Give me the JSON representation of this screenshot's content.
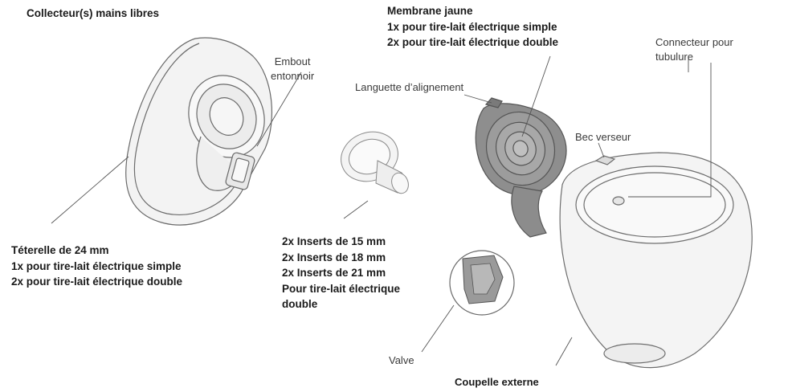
{
  "labels": {
    "collecteur": "Collecteur(s) mains libres",
    "membrane": [
      "Membrane jaune",
      "1x pour tire-lait électrique simple",
      "2x pour tire-lait électrique double"
    ],
    "connecteur": [
      "Connecteur pour",
      "tubulure"
    ],
    "embout": [
      "Embout",
      "entonnoir"
    ],
    "languette": "Languette d’alignement",
    "bec": "Bec verseur",
    "teterelle": [
      "Téterelle de 24 mm",
      "1x pour tire-lait électrique simple",
      "2x pour tire-lait électrique double"
    ],
    "inserts": [
      "2x Inserts de 15 mm",
      "2x Inserts de 18 mm",
      "2x Inserts de 21 mm",
      "Pour tire-lait électrique",
      "double"
    ],
    "valve": "Valve",
    "coupelle": "Coupelle externe"
  },
  "colors": {
    "outline": "#6a6a6a",
    "fill": "#f2f2f2",
    "membrane": "#8c8c8c",
    "leader": "#555555"
  }
}
